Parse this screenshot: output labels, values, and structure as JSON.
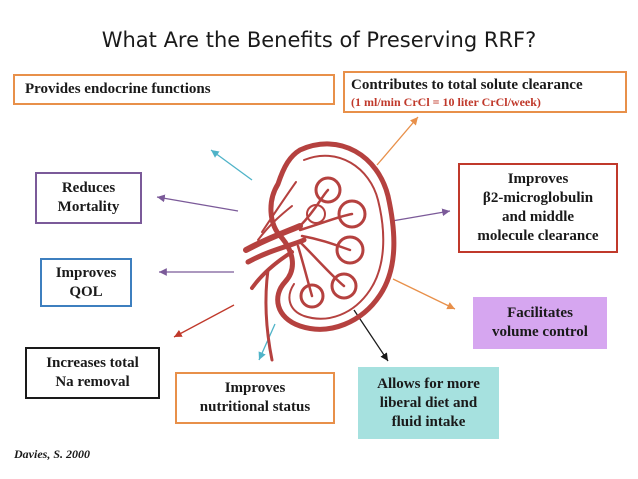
{
  "title": "What Are the Benefits of Preserving RRF?",
  "boxes": {
    "endocrine": "Provides endocrine functions",
    "solute_line1": "Contributes to total solute clearance",
    "solute_line2": "(1 ml/min CrCl = 10 liter CrCl/week)",
    "mortality_line1": "Reduces",
    "mortality_line2": "Mortality",
    "beta2_line1": "Improves",
    "beta2_line2": "β2-microglobulin",
    "beta2_line3": "and middle",
    "beta2_line4": "molecule clearance",
    "qol_line1": "Improves",
    "qol_line2": "QOL",
    "volume_line1": "Facilitates",
    "volume_line2": "volume control",
    "sodium_line1": "Increases total",
    "sodium_line2": "Na removal",
    "nutrition_line1": "Improves",
    "nutrition_line2": "nutritional status",
    "diet_line1": "Allows for more",
    "diet_line2": "liberal diet and",
    "diet_line3": "fluid intake"
  },
  "citation": "Davies, S. 2000",
  "colors": {
    "orange": "#e8904a",
    "purple": "#7b5a99",
    "blue": "#3d7fbf",
    "red": "#c0392b",
    "teal": "#4fb3c8",
    "black": "#1a1a1a",
    "lavender_fill": "#d6a6f0",
    "aqua_fill": "#a6e1df",
    "kidney": "#b5413f"
  }
}
